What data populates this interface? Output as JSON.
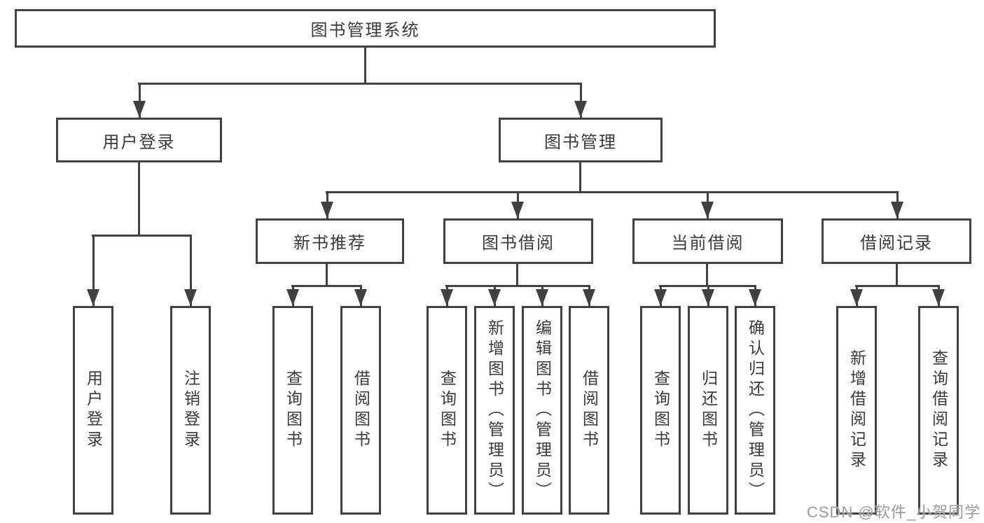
{
  "colors": {
    "line": "#414141",
    "text": "#3a3a3a",
    "background": "#ffffff",
    "watermark": "#9b9b9b"
  },
  "watermark": {
    "text": "CSDN @软件_小贺同学"
  },
  "tree": {
    "label": "图书管理系统",
    "children": [
      {
        "label": "用户登录",
        "children": [
          {
            "label": "用户登录"
          },
          {
            "label": "注销登录"
          }
        ]
      },
      {
        "label": "图书管理",
        "children": [
          {
            "label": "新书推荐",
            "children": [
              {
                "label": "查询图书"
              },
              {
                "label": "借阅图书"
              }
            ]
          },
          {
            "label": "图书借阅",
            "children": [
              {
                "label": "查询图书"
              },
              {
                "label": "新增图书（管理员）"
              },
              {
                "label": "编辑图书（管理员）"
              },
              {
                "label": "借阅图书"
              }
            ]
          },
          {
            "label": "当前借阅",
            "children": [
              {
                "label": "查询图书"
              },
              {
                "label": "归还图书"
              },
              {
                "label": "确认归还（管理员）"
              }
            ]
          },
          {
            "label": "借阅记录",
            "children": [
              {
                "label": "新增借阅记录"
              },
              {
                "label": "查询借阅记录"
              }
            ]
          }
        ]
      }
    ]
  }
}
